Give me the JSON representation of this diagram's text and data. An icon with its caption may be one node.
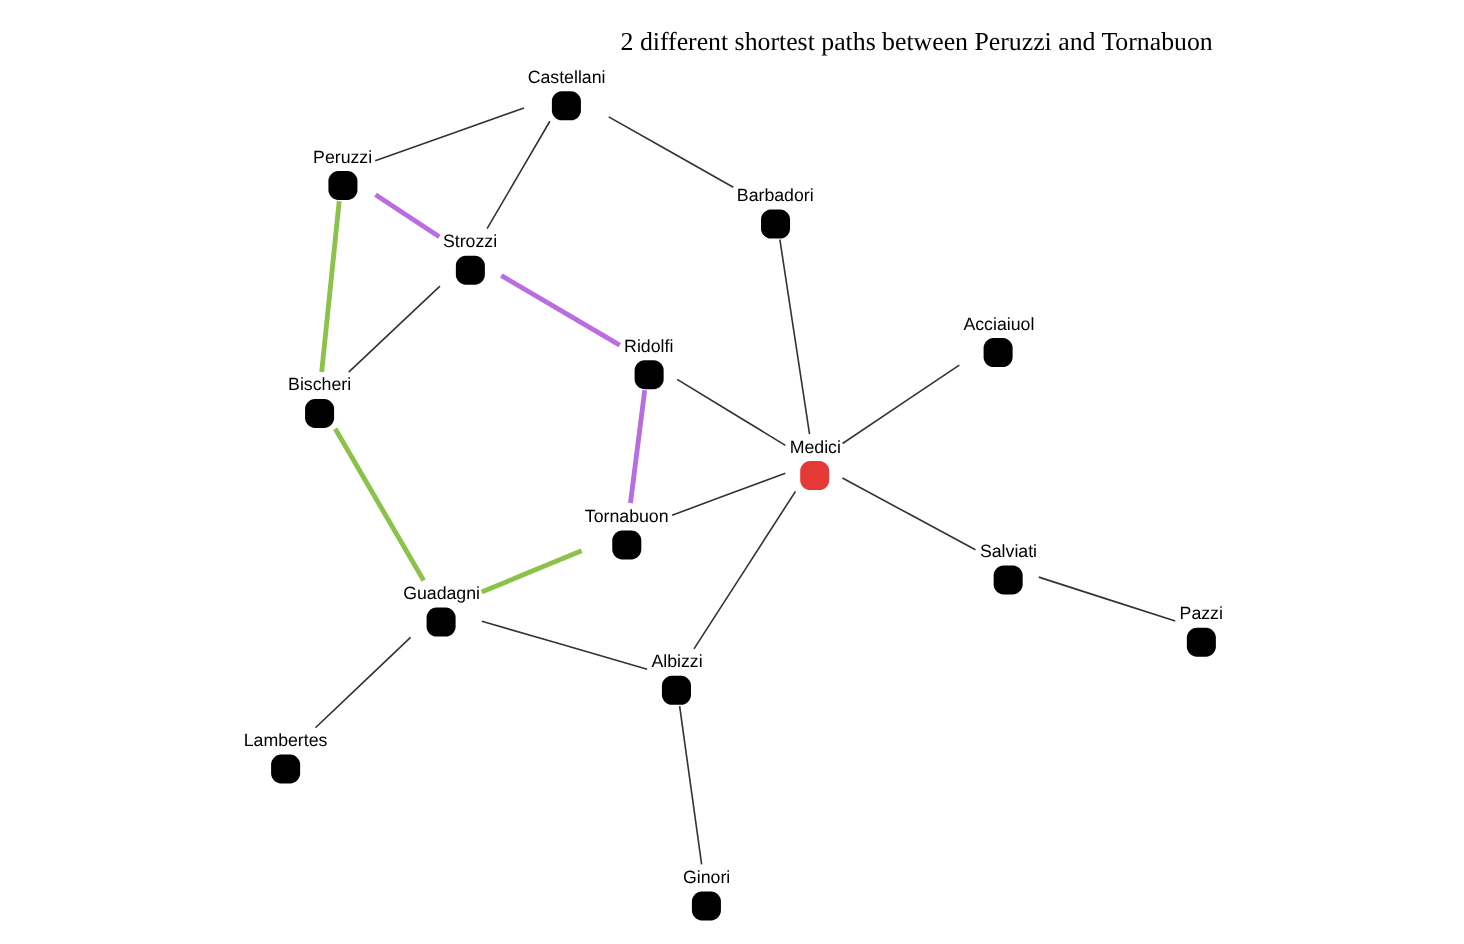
{
  "diagram": {
    "title": "2 different shortest paths between Peruzzi and Tornabuon",
    "nodes": [
      {
        "text": [],
        "shape": "circle",
        "beside": [
          "Ginori"
        ]
      },
      {
        "text": [],
        "shape": "circle",
        "beside": [
          "Lambertes"
        ]
      },
      {
        "text": [],
        "shape": "circle",
        "beside": [
          "Albizzi"
        ]
      },
      {
        "text": [],
        "shape": "circle",
        "beside": [
          "Guadagni"
        ]
      },
      {
        "text": [],
        "shape": "circle",
        "beside": [
          "Pazzi"
        ]
      },
      {
        "text": [],
        "shape": "circle",
        "beside": [
          "Tornabuon"
        ]
      },
      {
        "text": [],
        "shape": "circle",
        "beside": [
          "Medici"
        ]
      },
      {
        "text": [],
        "shape": "circle",
        "beside": [
          "Bischeri"
        ]
      },
      {
        "text": [],
        "shape": "circle",
        "beside": [
          "Salviati"
        ]
      },
      {
        "text": [],
        "shape": "circle",
        "beside": [
          "Ridolfi"
        ]
      },
      {
        "text": [],
        "shape": "circle",
        "beside": [
          "Strozzi"
        ]
      },
      {
        "text": [],
        "shape": "circle",
        "beside": [
          "Acciaiuol"
        ]
      },
      {
        "text": [],
        "shape": "circle",
        "beside": [
          "Peruzzi"
        ]
      },
      {
        "text": [],
        "shape": "circle",
        "beside": [
          "Barbadori"
        ]
      },
      {
        "text": [],
        "shape": "circle",
        "beside": [
          "Castellani"
        ]
      }
    ],
    "edges": [
      {
        "from": 0,
        "to": 2,
        "arrow": "none"
      },
      {
        "from": 1,
        "to": 3,
        "arrow": "none"
      },
      {
        "from": 3,
        "to": 2,
        "arrow": "none"
      },
      {
        "from": 2,
        "to": 6,
        "arrow": "none"
      },
      {
        "from": 3,
        "to": 5,
        "arrow": "none",
        "style": "thick",
        "color": "#8bc34a"
      },
      {
        "from": 3,
        "to": 7,
        "arrow": "none",
        "style": "thick",
        "color": "#8bc34a"
      },
      {
        "from": 7,
        "to": 12,
        "arrow": "none",
        "style": "thick",
        "color": "#8bc34a"
      },
      {
        "from": 7,
        "to": 10,
        "arrow": "none"
      },
      {
        "from": 5,
        "to": 6,
        "arrow": "none"
      },
      {
        "from": 5,
        "to": 9,
        "arrow": "none",
        "style": "thick",
        "color": "#b86ee0"
      },
      {
        "from": 9,
        "to": 6,
        "arrow": "none"
      },
      {
        "from": 9,
        "to": 10,
        "arrow": "none",
        "style": "thick",
        "color": "#b86ee0"
      },
      {
        "from": 10,
        "to": 12,
        "arrow": "none",
        "style": "thick",
        "color": "#b86ee0"
      },
      {
        "from": 10,
        "to": 14,
        "arrow": "none"
      },
      {
        "from": 12,
        "to": 14,
        "arrow": "none"
      },
      {
        "from": 14,
        "to": 13,
        "arrow": "none"
      },
      {
        "from": 13,
        "to": 6,
        "arrow": "none"
      },
      {
        "from": 6,
        "to": 8,
        "arrow": "none"
      },
      {
        "from": 8,
        "to": 4,
        "arrow": "none"
      },
      {
        "from": 6,
        "to": 11,
        "arrow": "none"
      }
    ]
  }
}
